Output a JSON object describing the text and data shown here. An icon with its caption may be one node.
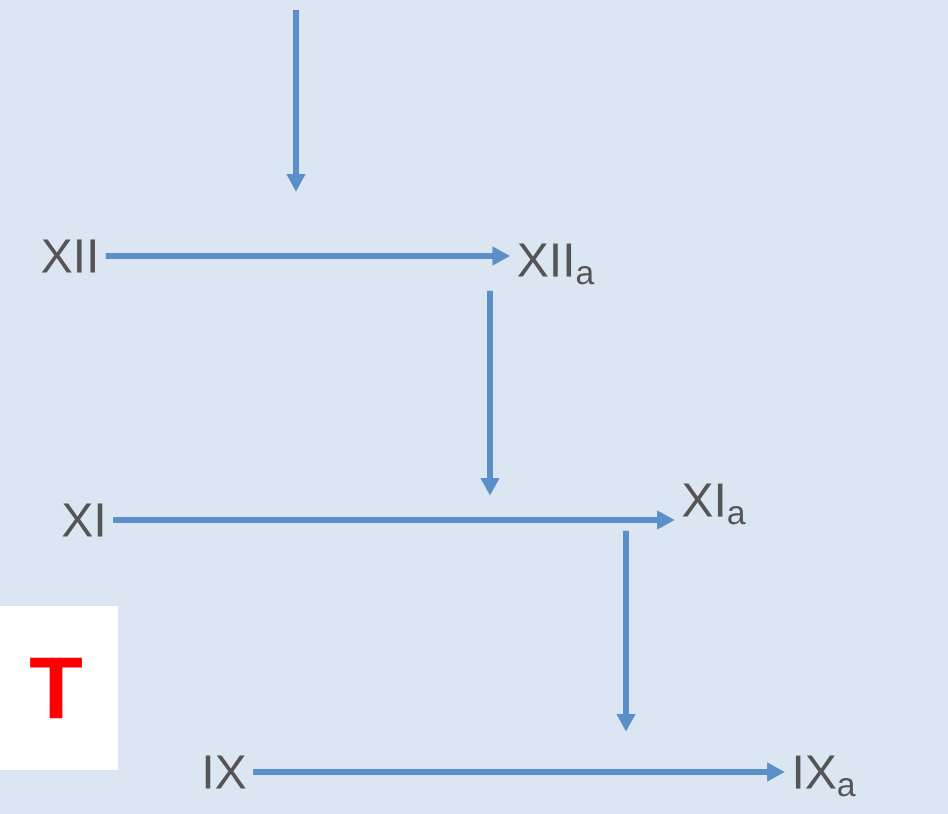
{
  "diagram": {
    "nodes": [
      {
        "text": [
          "XII"
        ]
      },
      {
        "text": [
          "XII$_{a}$"
        ]
      },
      {
        "text": [
          "XI"
        ]
      },
      {
        "text": [
          "XI$_{a}$"
        ]
      },
      {
        "text": [
          "IX"
        ]
      },
      {
        "text": [
          "IX$_{a}$"
        ]
      },
      {
        "text": [
          "T"
        ]
      }
    ],
    "edges": [
      {
        "from": 0,
        "to": 1,
        "arrow": "to"
      },
      {
        "from": 1,
        "to": null,
        "arrow": "to"
      },
      {
        "from": 2,
        "to": 3,
        "arrow": "to"
      },
      {
        "from": 3,
        "to": null,
        "arrow": "to"
      },
      {
        "from": 4,
        "to": 5,
        "arrow": "to"
      }
    ]
  }
}
